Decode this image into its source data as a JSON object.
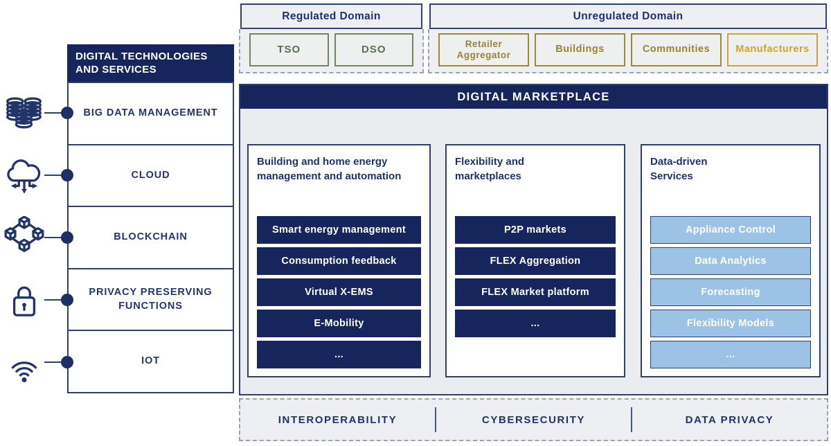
{
  "colors": {
    "navy": "#16265c",
    "navy_border": "#2e3f74",
    "navy_text": "#1d3370",
    "light_gray": "#edeff3",
    "green_border": "#74845d",
    "green_text": "#5c6e4b",
    "gold": "#9d8935",
    "gold_bright": "#cda434",
    "light_blue": "#9cc3e5"
  },
  "sidebar": {
    "title_line1": "DIGITAL TECHNOLOGIES",
    "title_line2": "AND SERVICES",
    "items": [
      {
        "label": "BIG DATA MANAGEMENT",
        "icon": "coin-stacks-icon"
      },
      {
        "label": "CLOUD",
        "icon": "cloud-icon"
      },
      {
        "label": "BLOCKCHAIN",
        "icon": "blockchain-cubes-icon"
      },
      {
        "label": "PRIVACY PRESERVING FUNCTIONS",
        "icon": "padlock-icon"
      },
      {
        "label": "IOT",
        "icon": "wifi-icon"
      }
    ]
  },
  "domains": {
    "regulated": {
      "title": "Regulated Domain",
      "boxes": [
        "TSO",
        "DSO"
      ]
    },
    "unregulated": {
      "title": "Unregulated Domain",
      "boxes": [
        "Retailer Aggregator",
        "Buildings",
        "Communities",
        "Manufacturers"
      ]
    }
  },
  "marketplace": {
    "title": "DIGITAL MARKETPLACE",
    "columns": [
      {
        "title": "Building and home energy management and automation",
        "items": [
          "Smart energy management",
          "Consumption feedback",
          "Virtual X-EMS",
          "E-Mobility",
          "..."
        ]
      },
      {
        "title": "Flexibility and marketplaces",
        "items": [
          "P2P markets",
          "FLEX Aggregation",
          "FLEX Market platform",
          "..."
        ]
      },
      {
        "title": "Data-driven Services",
        "items": [
          "Appliance Control",
          "Data Analytics",
          "Forecasting",
          "Flexibility Models",
          "..."
        ]
      }
    ]
  },
  "footer": {
    "items": [
      "INTEROPERABILITY",
      "CYBERSECURITY",
      "DATA PRIVACY"
    ]
  }
}
